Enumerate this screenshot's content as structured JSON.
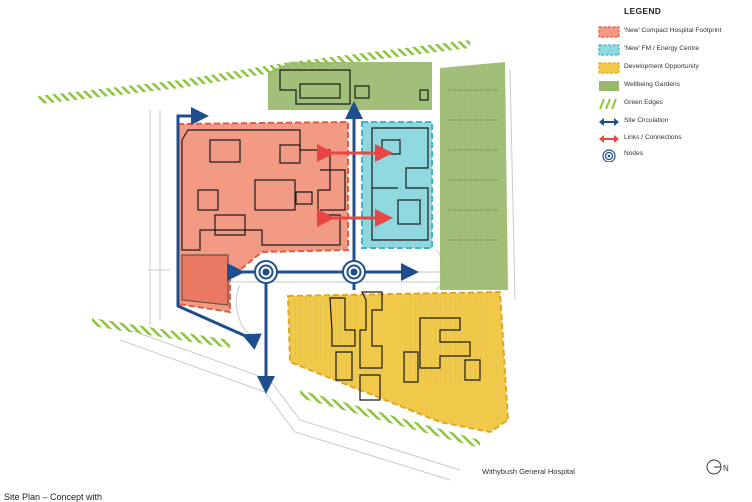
{
  "legend": {
    "title": "LEGEND",
    "items": [
      {
        "label": "'New' Compact Hospital Footprint",
        "color": "#f29a84",
        "border": "#e55a45",
        "kind": "dashed-fill"
      },
      {
        "label": "'New' FM / Energy Centre",
        "color": "#8fd8e0",
        "border": "#3fb6c8",
        "kind": "dashed-fill"
      },
      {
        "label": "Development Opportunity",
        "color": "#f0c84a",
        "border": "#e0a624",
        "kind": "dashed-fill"
      },
      {
        "label": "Wellbeing Gardens",
        "color": "#98b86c",
        "border": "#98b86c",
        "kind": "fill"
      },
      {
        "label": "Green Edges",
        "color": "#8cc63f",
        "kind": "hatch"
      },
      {
        "label": "Site Circulation",
        "color": "#1f4e8c",
        "kind": "double-arrow"
      },
      {
        "label": "Links / Connections",
        "color": "#e84545",
        "kind": "double-arrow"
      },
      {
        "label": "Nodes",
        "color": "#1f4e8c",
        "kind": "node"
      }
    ]
  },
  "caption": "Withybush General Hospital",
  "north_label": "N",
  "bottom_text": "Site Plan – Concept with",
  "colors": {
    "hospital": "#f29a84",
    "hospital_border": "#e55a45",
    "fm": "#8fd8e0",
    "fm_border": "#3fb6c8",
    "development": "#f0c84a",
    "development_border": "#e0a624",
    "gardens": "#98b86c",
    "green_edges": "#8cc63f",
    "circulation": "#1f4e8c",
    "links": "#e84545",
    "building_outline": "#1a1a1a",
    "road": "#c9c9c9"
  }
}
